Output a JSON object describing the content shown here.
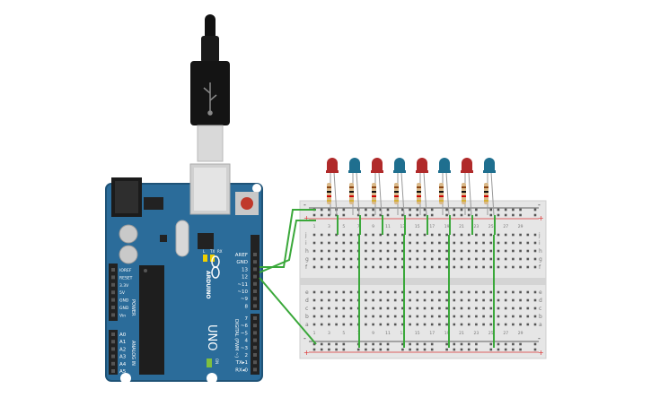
{
  "board": {
    "brand": "ARDUINO",
    "model": "UNO",
    "on_label": "ON",
    "l_label": "L",
    "tx_label": "TX",
    "rx_label": "RX",
    "power_title": "POWER",
    "analog_title": "ANALOG IN",
    "digital_title": "DIGITAL (PWM ~)",
    "top_header_labels": [
      "AREF",
      "GND",
      "13",
      "12",
      "~11",
      "~10",
      "~9",
      "8"
    ],
    "bottom_header_labels": [
      "7",
      "~6",
      "~5",
      "4",
      "~3",
      "2",
      "TX▸1",
      "RX◂0"
    ],
    "power_pins": [
      "IOREF",
      "RESET",
      "3.3V",
      "5V",
      "GND",
      "GND",
      "Vin"
    ],
    "analog_pins": [
      "A0",
      "A1",
      "A2",
      "A3",
      "A4",
      "A5"
    ]
  },
  "breadboard": {
    "minus_sign": "-",
    "plus_sign": "+",
    "row_letters_top": [
      "j",
      "i",
      "h",
      "g",
      "f"
    ],
    "row_letters_bottom": [
      "e",
      "d",
      "c",
      "b",
      "a"
    ],
    "column_numbers": [
      "1",
      "3",
      "5",
      "7",
      "9",
      "11",
      "13",
      "15",
      "17",
      "19",
      "21",
      "23",
      "25",
      "27",
      "29"
    ]
  },
  "leds": {
    "colors": [
      "red",
      "blue",
      "red",
      "blue",
      "red",
      "blue",
      "red",
      "blue"
    ],
    "palette": {
      "red": "#b02a2a",
      "blue": "#1f6f8f"
    }
  },
  "colors": {
    "board_blue": "#2b6c9a",
    "board_dark": "#1f5377",
    "wire_green": "#3aa83a",
    "header_black": "#222222",
    "bb_body": "#e6e6e6",
    "rail_red": "#d33",
    "rail_blue": "#333"
  }
}
